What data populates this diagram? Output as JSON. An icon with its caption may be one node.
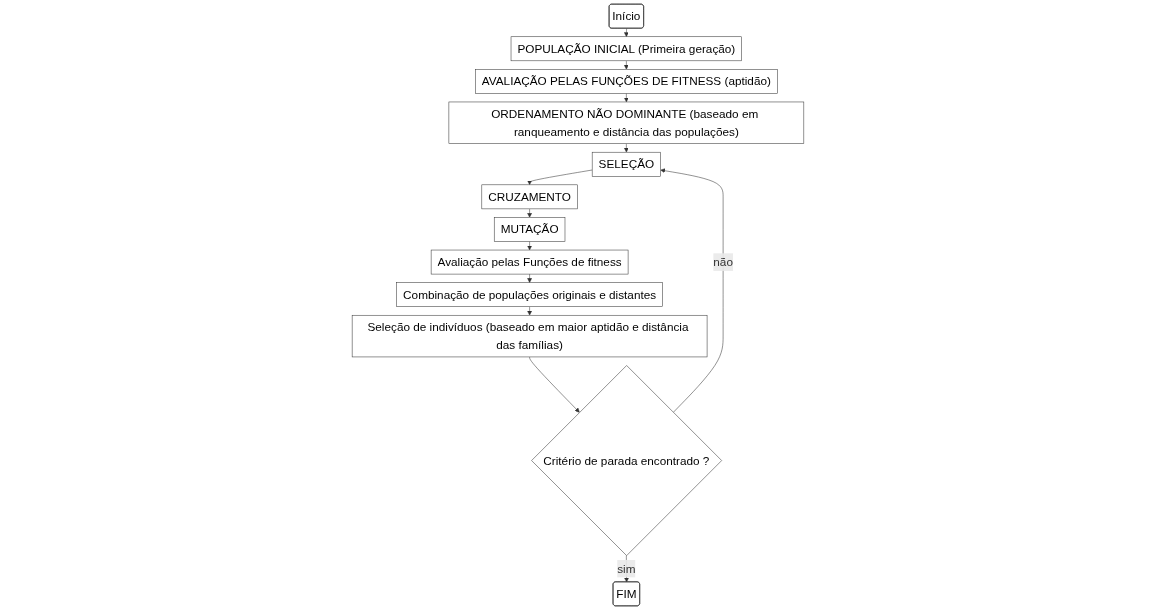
{
  "diagram": {
    "nodes": [
      {
        "text": [
          "Início"
        ]
      },
      {
        "text": [
          "POPULAÇÃO INICIAL (Primeira geração)"
        ]
      },
      {
        "text": [
          "AVALIAÇÃO PELAS FUNÇÕES DE FITNESS (aptidão)"
        ]
      },
      {
        "text": [
          "ORDENAMENTO NÃO DOMINANTE (baseado em ranqueamento e distância das populações)"
        ]
      },
      {
        "text": [
          "SELEÇÃO"
        ]
      },
      {
        "text": [
          "CRUZAMENTO"
        ]
      },
      {
        "text": [
          "MUTAÇÃO"
        ]
      },
      {
        "text": [
          "Avaliação pelas Funções de fitness"
        ]
      },
      {
        "text": [
          "Combinação de populações originais e distantes"
        ]
      },
      {
        "text": [
          "Seleção de indivíduos (baseado em maior aptidão e distância das famílias)"
        ]
      },
      {
        "text": [
          "Critério de parada encontrado ?"
        ]
      },
      {
        "text": [
          "FIM"
        ]
      }
    ],
    "edges": [
      {
        "from": 0,
        "to": 1,
        "arrow": "to"
      },
      {
        "from": 1,
        "to": 2,
        "arrow": "to"
      },
      {
        "from": 2,
        "to": 3,
        "arrow": "to"
      },
      {
        "from": 3,
        "to": 4,
        "arrow": "to"
      },
      {
        "from": 4,
        "to": 5,
        "arrow": "to"
      },
      {
        "from": 5,
        "to": 6,
        "arrow": "to"
      },
      {
        "from": 6,
        "to": 7,
        "arrow": "to"
      },
      {
        "from": 7,
        "to": 8,
        "arrow": "to"
      },
      {
        "from": 8,
        "to": 9,
        "arrow": "to"
      },
      {
        "from": 9,
        "to": 10,
        "arrow": "to"
      },
      {
        "from": 10,
        "to": 4,
        "label": "não",
        "arrow": "to"
      },
      {
        "from": 10,
        "to": 11,
        "label": "sim",
        "arrow": "to"
      }
    ]
  }
}
